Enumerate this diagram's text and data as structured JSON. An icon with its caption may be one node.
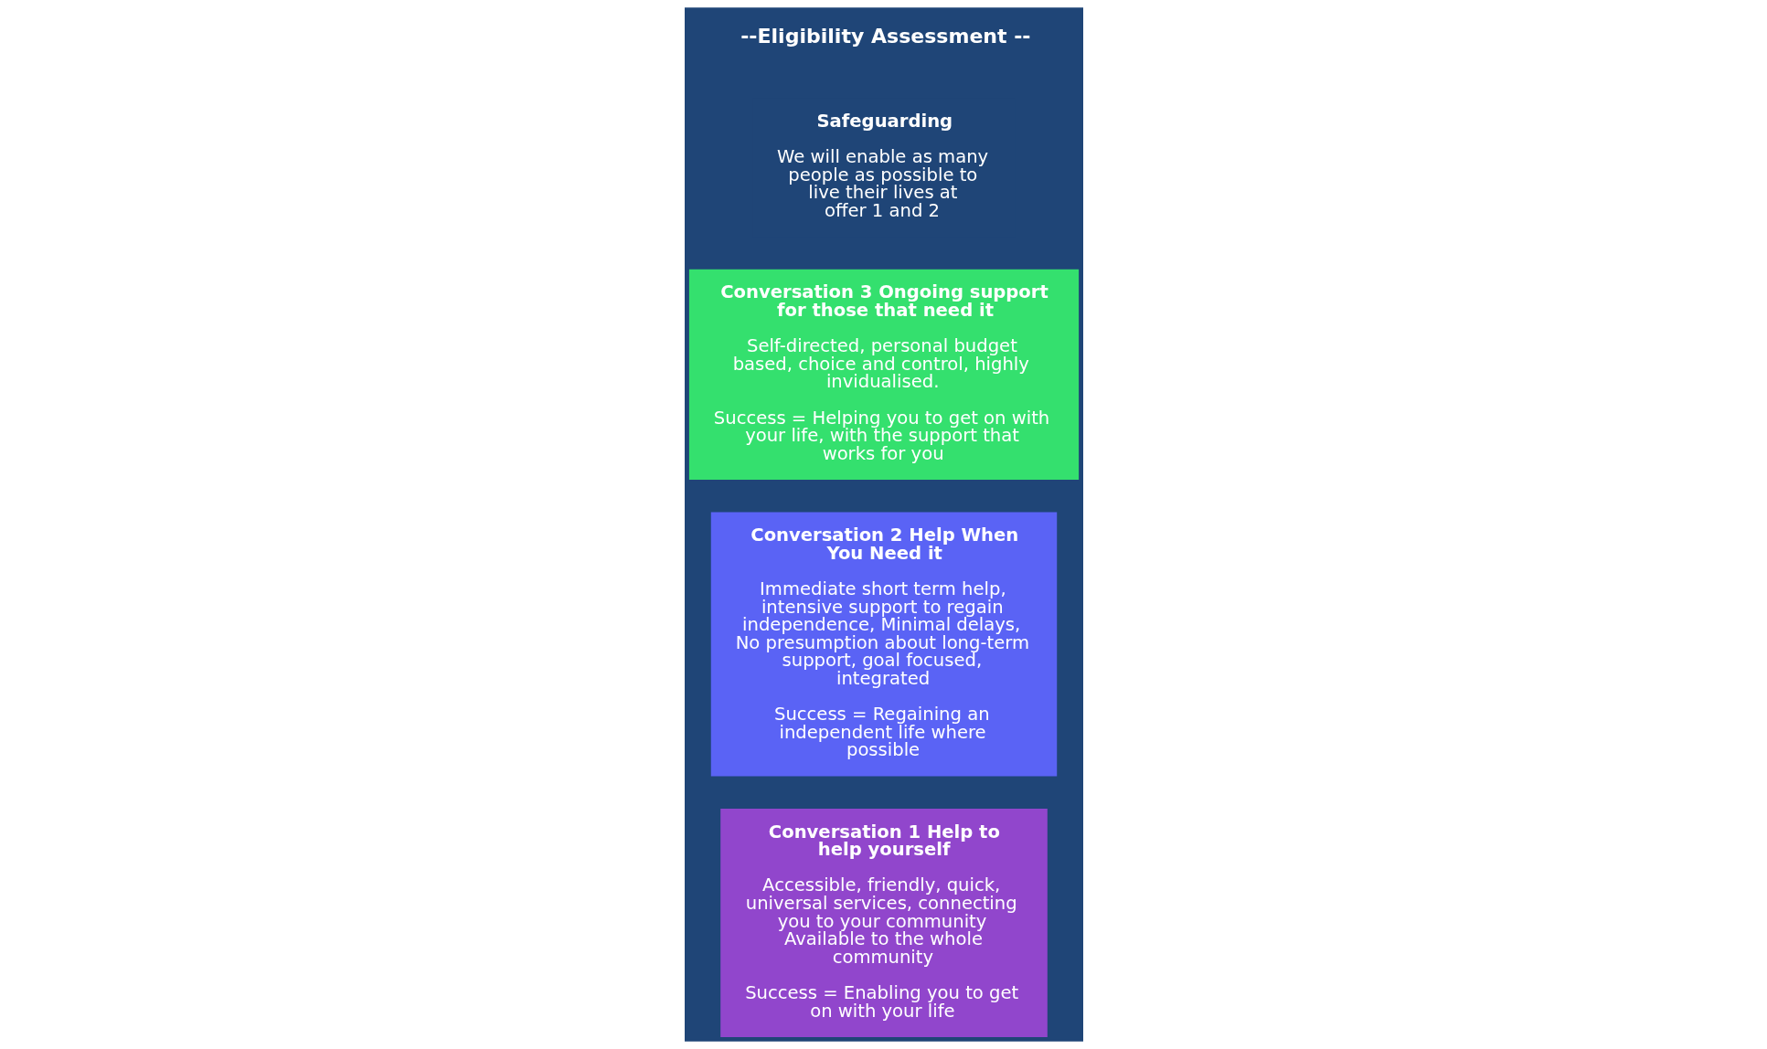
{
  "diagram": {
    "nodes": [
      {
        "text": [
          "Conversation 1 Help to help yourself",
          "Accessible, friendly, quick, universal services, connecting you to your community Available to the whole community",
          "Success = Enabling you to get on with your life"
        ]
      },
      {
        "text": [
          "Conversation 2 Help When You Need it",
          "Immediate short term help, intensive support to regain independence, Minimal delays, No presumption about long-term support, goal focused, integrated",
          "Success = Regaining an independent life where possible"
        ]
      },
      {
        "text": [
          "Conversation 3 Ongoing support for those that need it",
          "Self-directed, personal budget based, choice and control, highly invidualised.",
          "Success = Helping you to get on with your life, with the support that works for you"
        ]
      },
      {
        "text": [
          "Safeguarding",
          "We will enable as many people as possible to live their lives at offer 1 and 2"
        ]
      }
    ],
    "edges": [],
    "labels": [
      "--Eligibility Assessment --"
    ]
  }
}
